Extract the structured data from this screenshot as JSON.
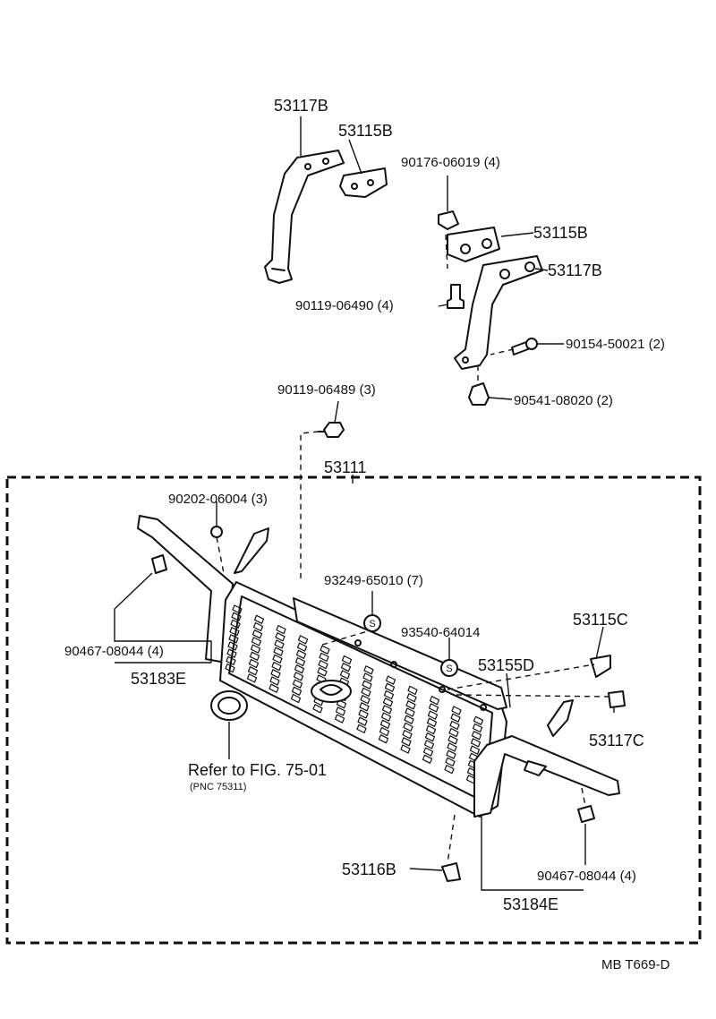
{
  "labels": {
    "p53117B_top": "53117B",
    "p53115B_top": "53115B",
    "p90176": "90176-06019 (4)",
    "p53115B_right": "53115B",
    "p53117B_right": "53117B",
    "p90119_06490": "90119-06490 (4)",
    "p90154": "90154-50021 (2)",
    "p90119_06489": "90119-06489 (3)",
    "p90541": "90541-08020 (2)",
    "p53111": "53111",
    "p90202": "90202-06004 (3)",
    "p93249": "93249-65010 (7)",
    "p93540": "93540-64014",
    "p53115C": "53115C",
    "p90467_left": "90467-08044 (4)",
    "p53183E": "53183E",
    "p53155D": "53155D",
    "p53117C": "53117C",
    "ref_fig": "Refer to FIG. 75-01",
    "ref_pnc": "(PNC 75311)",
    "p53116B": "53116B",
    "p90467_right": "90467-08044 (4)",
    "p53184E": "53184E",
    "figure_code": "MB T669-D"
  },
  "seal_symbol": "S"
}
